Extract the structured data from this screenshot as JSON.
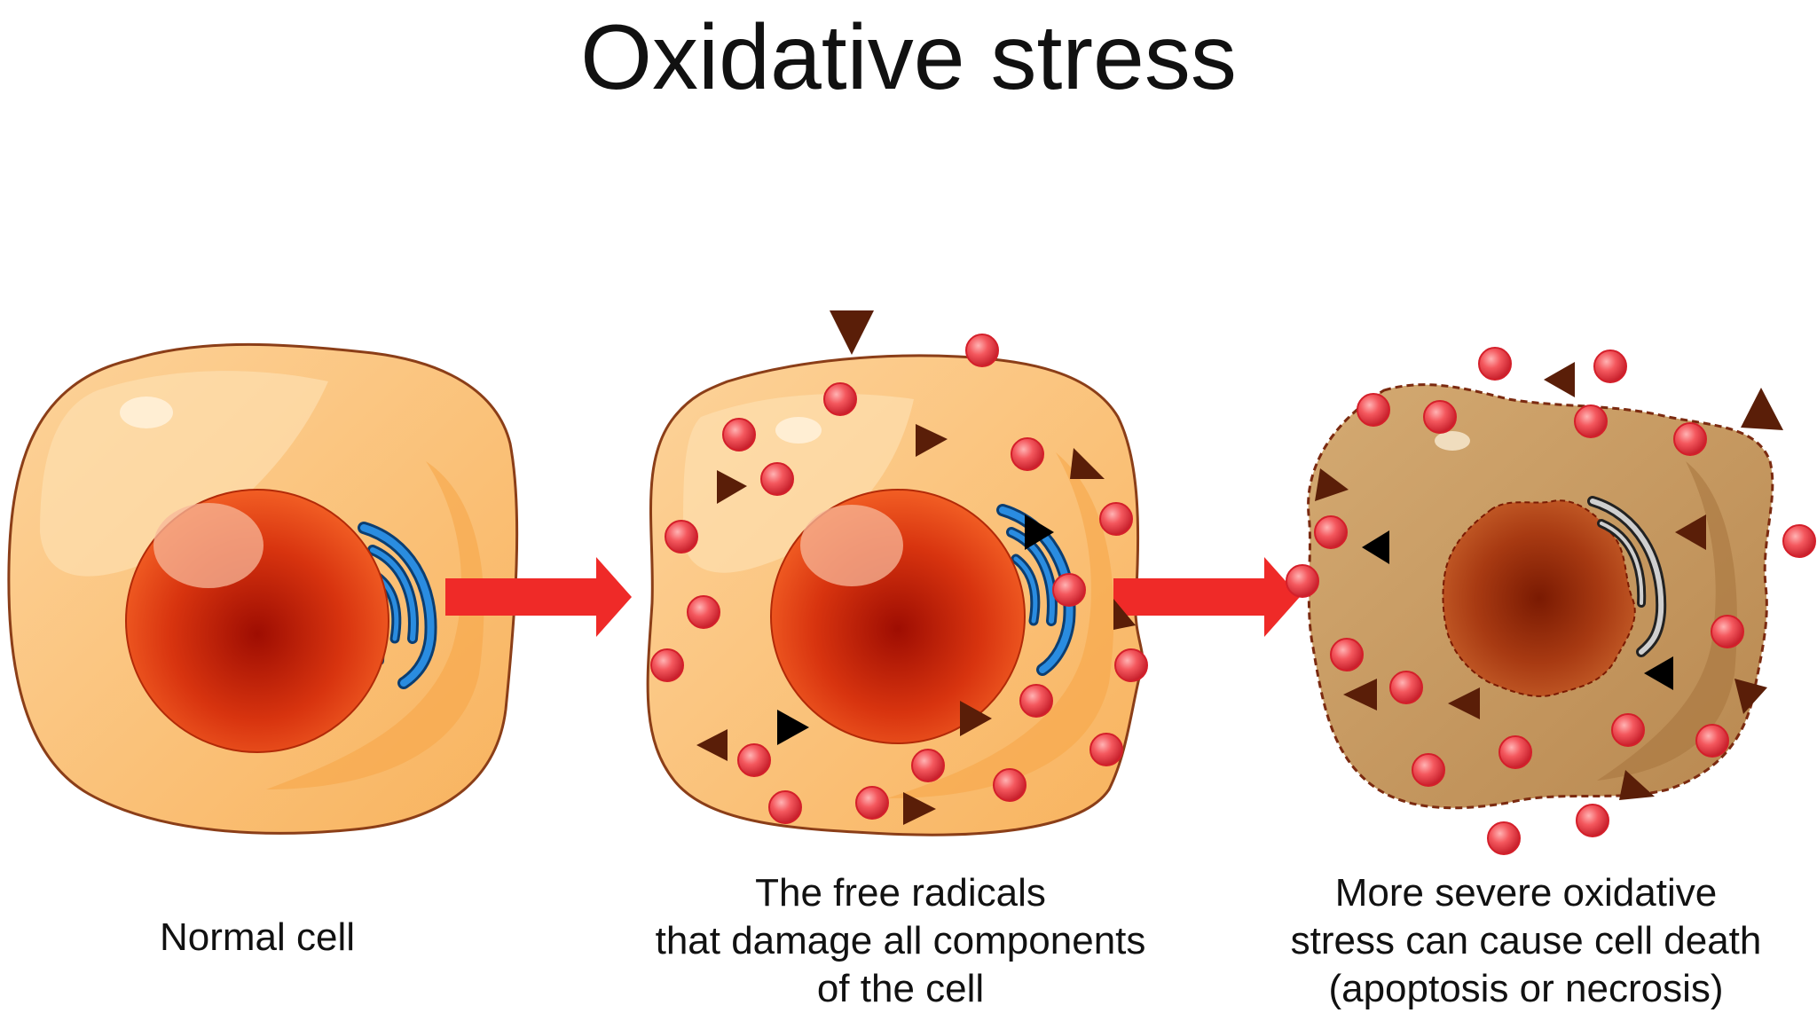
{
  "title": "Oxidative stress",
  "captions": {
    "normal": [
      "Normal cell"
    ],
    "damage": [
      "The free radicals",
      "that damage all components",
      "of the cell"
    ],
    "death": [
      "More severe oxidative",
      "stress can cause cell death",
      "(apoptosis or necrosis)"
    ]
  },
  "colors": {
    "cytoplasm": "#fcc27a",
    "cytoplasm_light": "#fee1b2",
    "membrane": "#8b3e18",
    "nucleus_center": "#9e0d02",
    "nucleus_edge": "#ee4d1d",
    "golgi": "#2a8ce0",
    "arrow": "#ef2a28",
    "radical": "#ee4650",
    "triangle_brown": "#5a1e08",
    "triangle_black": "#000000",
    "dead_cytoplasm": "#c69a63",
    "dead_membrane": "#7b2a10"
  },
  "icons": {
    "process_arrow": "red-arrow-right",
    "free_radical": "red-sphere",
    "damaged_molecule": "triangle"
  }
}
